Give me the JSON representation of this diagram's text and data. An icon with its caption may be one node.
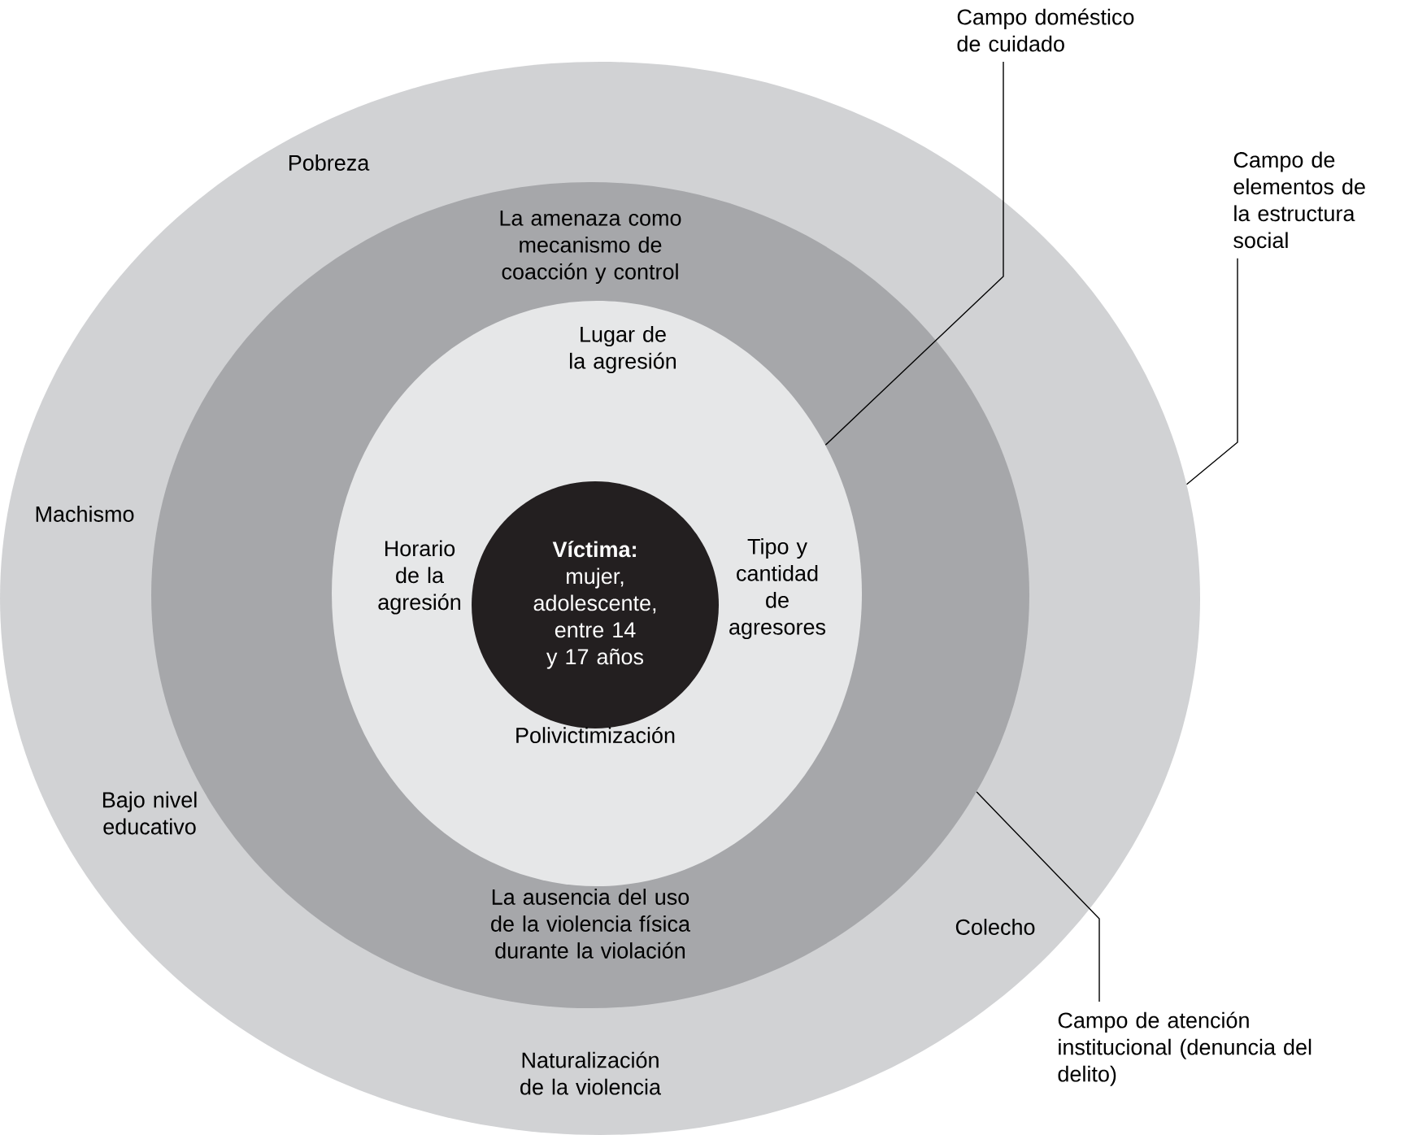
{
  "diagram": {
    "nodes": [
      {
        "text": [
          "Pobreza",
          "Machismo",
          "Bajo nivel educativo",
          "Naturalización de la violencia",
          "Colecho"
        ]
      },
      {
        "text": [
          "La amenaza como mecanismo de coacción y control",
          "La ausencia del uso de la violencia física durante la violación"
        ],
        "in": 0
      },
      {
        "text": [
          "Lugar de la agresión",
          "Horario de la agresión",
          "Tipo y cantidad de agresores",
          "Polivictimización"
        ],
        "in": 1
      },
      {
        "text": [
          "**Víctima:** mujer, adolescente, entre 14 y 17 años"
        ],
        "in": 2
      },
      {
        "text": [
          "Campo doméstico de cuidado"
        ]
      },
      {
        "text": [
          "Campo de elementos de la estructura social"
        ]
      },
      {
        "text": [
          "Campo de atención institucional (denuncia del delito)"
        ]
      }
    ],
    "edges": [
      {
        "from": 4,
        "to": 2,
        "arrow": "none"
      },
      {
        "from": 5,
        "to": 0,
        "arrow": "none"
      },
      {
        "from": 6,
        "to": 1,
        "arrow": "none"
      }
    ]
  }
}
